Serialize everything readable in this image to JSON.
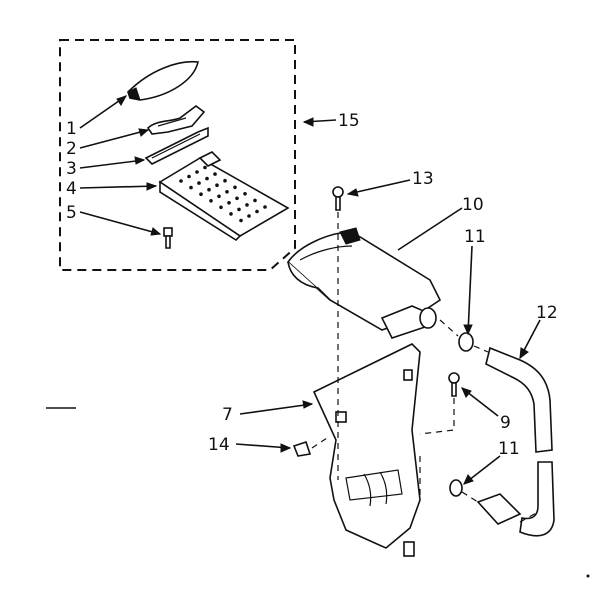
{
  "callouts": {
    "c1": "1",
    "c2": "2",
    "c3": "3",
    "c4": "4",
    "c5": "5",
    "c7": "7",
    "c9": "9",
    "c10": "10",
    "c11a": "11",
    "c11b": "11",
    "c12": "12",
    "c13": "13",
    "c14": "14",
    "c15": "15"
  },
  "colors": {
    "ink": "#111111",
    "paper": "#ffffff"
  }
}
